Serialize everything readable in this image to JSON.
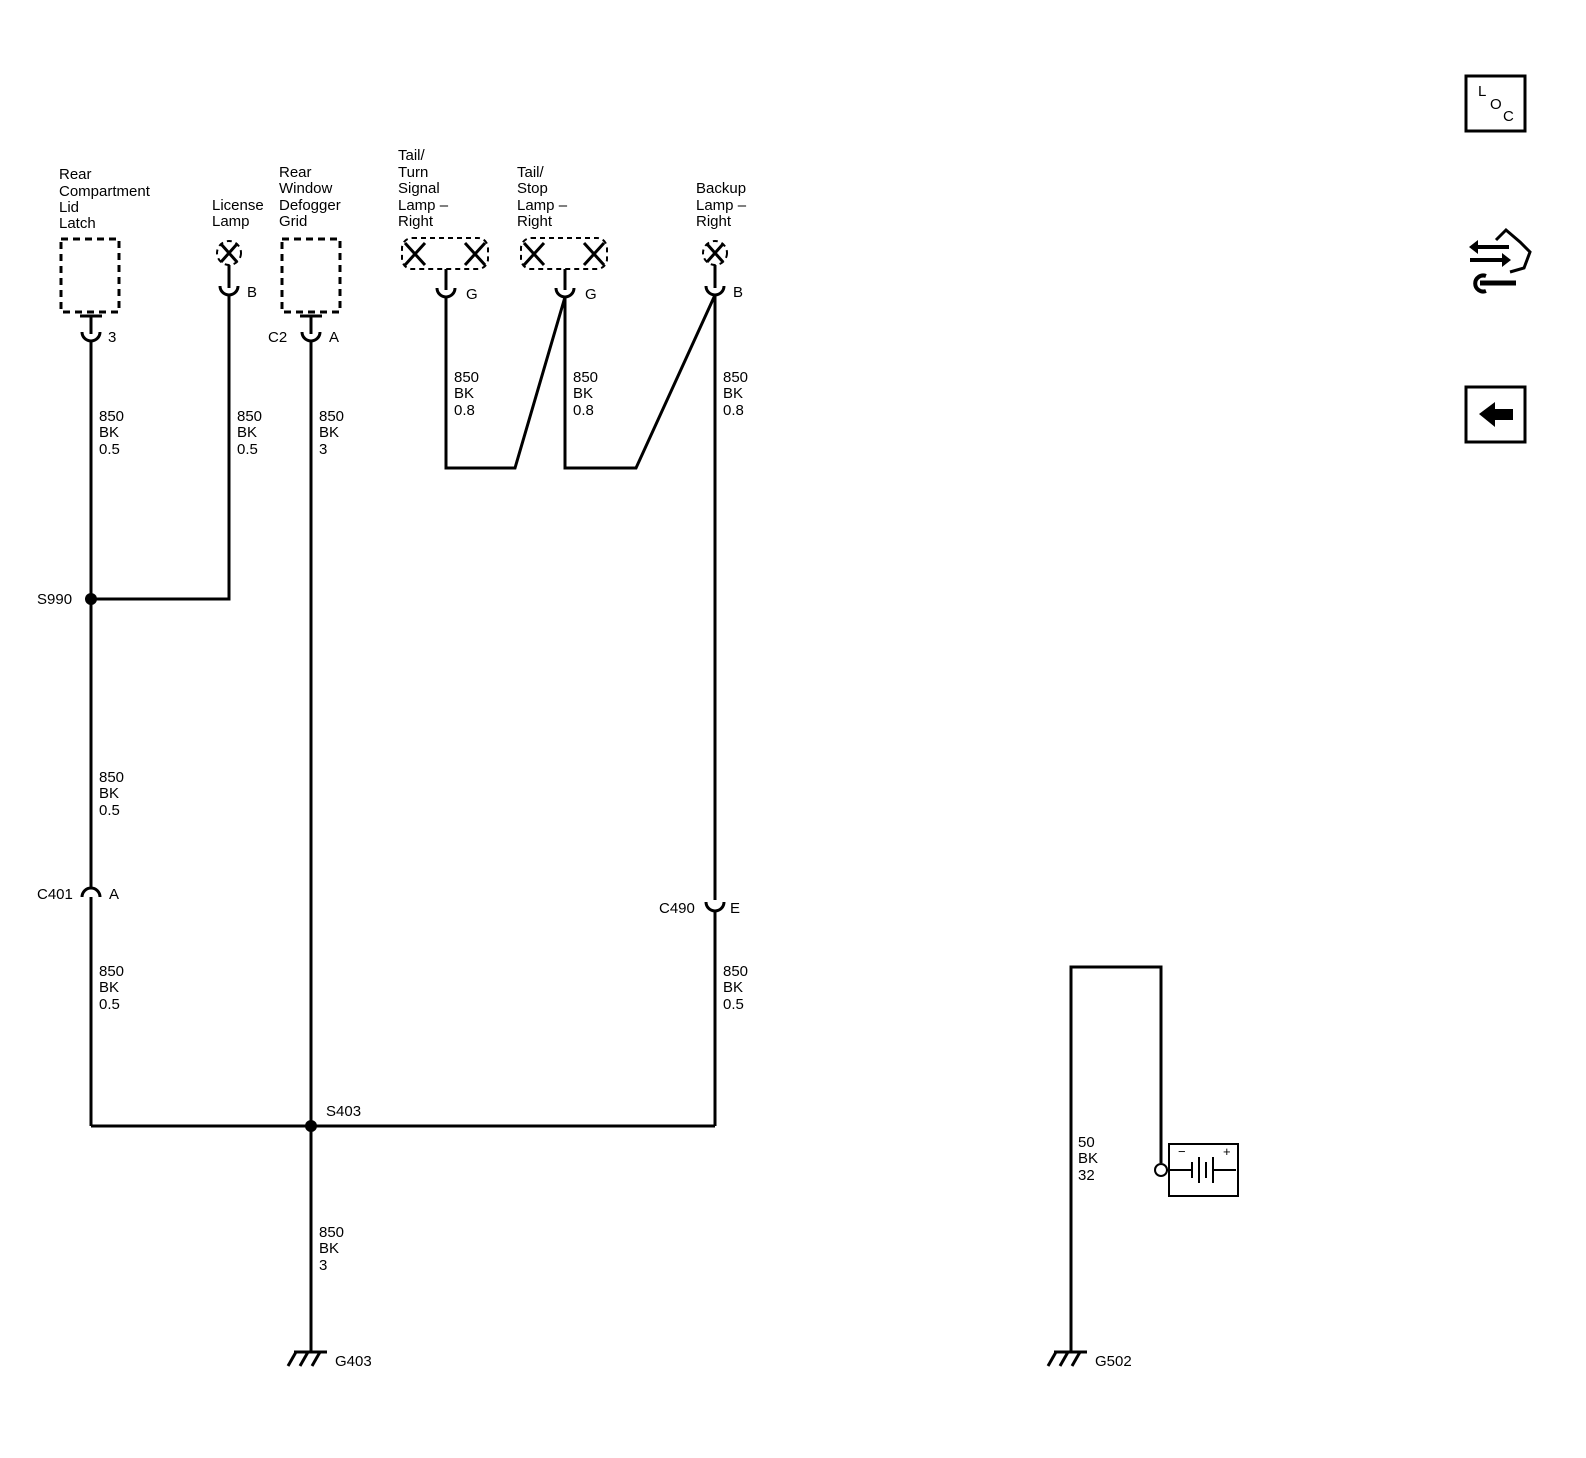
{
  "components": {
    "rear_compartment_lid_latch": [
      "Rear",
      "Compartment",
      "Lid",
      "Latch"
    ],
    "license_lamp": [
      "License",
      "Lamp"
    ],
    "rear_window_defogger_grid": [
      "Rear",
      "Window",
      "Defogger",
      "Grid"
    ],
    "tail_turn_signal_lamp_right": [
      "Tail/",
      "Turn",
      "Signal",
      "Lamp –",
      "Right"
    ],
    "tail_stop_lamp_right": [
      "Tail/",
      "Stop",
      "Lamp –",
      "Right"
    ],
    "backup_lamp_right": [
      "Backup",
      "Lamp –",
      "Right"
    ]
  },
  "pins": {
    "latch": "3",
    "license": "B",
    "defogger_connector": "C2",
    "defogger": "A",
    "tail_turn": "G",
    "tail_stop": "G",
    "backup": "B",
    "c401": "A",
    "c490": "E"
  },
  "wires": {
    "latch_upper": [
      "850",
      "BK",
      "0.5"
    ],
    "license": [
      "850",
      "BK",
      "0.5"
    ],
    "defogger": [
      "850",
      "BK",
      "3"
    ],
    "tail_turn": [
      "850",
      "BK",
      "0.8"
    ],
    "tail_stop": [
      "850",
      "BK",
      "0.8"
    ],
    "backup": [
      "850",
      "BK",
      "0.8"
    ],
    "latch_mid": [
      "850",
      "BK",
      "0.5"
    ],
    "latch_lower": [
      "850",
      "BK",
      "0.5"
    ],
    "backup_lower": [
      "850",
      "BK",
      "0.5"
    ],
    "ground_g403": [
      "850",
      "BK",
      "3"
    ],
    "battery": [
      "50",
      "BK",
      "32"
    ]
  },
  "splices": {
    "s990": "S990",
    "s403": "S403"
  },
  "connectors": {
    "c401": "C401",
    "c490": "C490"
  },
  "grounds": {
    "g403": "G403",
    "g502": "G502"
  },
  "battery": {
    "neg": "−",
    "pos": "+"
  },
  "nav_icons": {
    "loc": {
      "icon": "loc-icon",
      "letters": [
        "L",
        "O",
        "C"
      ]
    },
    "tools": {
      "icon": "connector-tools-icon"
    },
    "back": {
      "icon": "back-arrow-icon"
    }
  }
}
